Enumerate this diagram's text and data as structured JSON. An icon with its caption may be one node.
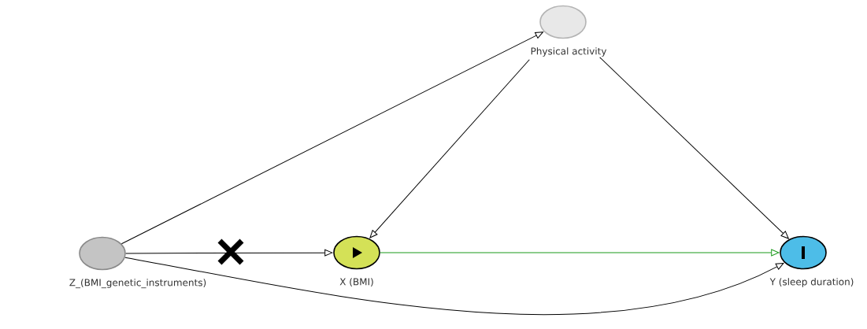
{
  "diagram": {
    "nodes": [
      {
        "text": [
          "Physical activity"
        ]
      },
      {
        "text": [
          "Z_(BMI_genetic_instruments)"
        ]
      },
      {
        "text": [
          "X (BMI)"
        ]
      },
      {
        "text": [
          "Y (sleep duration)"
        ]
      }
    ],
    "edges": [
      {
        "from": 1,
        "to": 0,
        "arrow": "to"
      },
      {
        "from": 0,
        "to": 2,
        "arrow": "to"
      },
      {
        "from": 0,
        "to": 3,
        "arrow": "to"
      },
      {
        "from": 1,
        "to": 2,
        "arrow": "to"
      },
      {
        "from": 2,
        "to": 3,
        "arrow": "to",
        "color": "#1a9a1a"
      },
      {
        "from": 1,
        "to": 3,
        "arrow": "to"
      }
    ]
  }
}
